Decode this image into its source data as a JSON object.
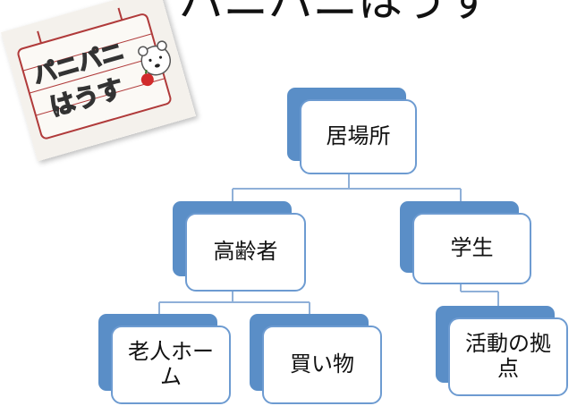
{
  "title": "パニパニはうす",
  "photo": {
    "sign_lines": [
      "パニパニ",
      "はうす"
    ]
  },
  "diagram": {
    "root": {
      "label": "居場所"
    },
    "level1": [
      {
        "label": "高齢者"
      },
      {
        "label": "学生"
      }
    ],
    "level2": [
      {
        "label": "老人ホーム"
      },
      {
        "label": "買い物"
      },
      {
        "label": "活動の拠点"
      }
    ]
  },
  "colors": {
    "node_back": "#5a8ec7",
    "node_border": "#6d9bd1",
    "connector": "#8fb0d8",
    "sign_ink": "#b03a3a"
  }
}
